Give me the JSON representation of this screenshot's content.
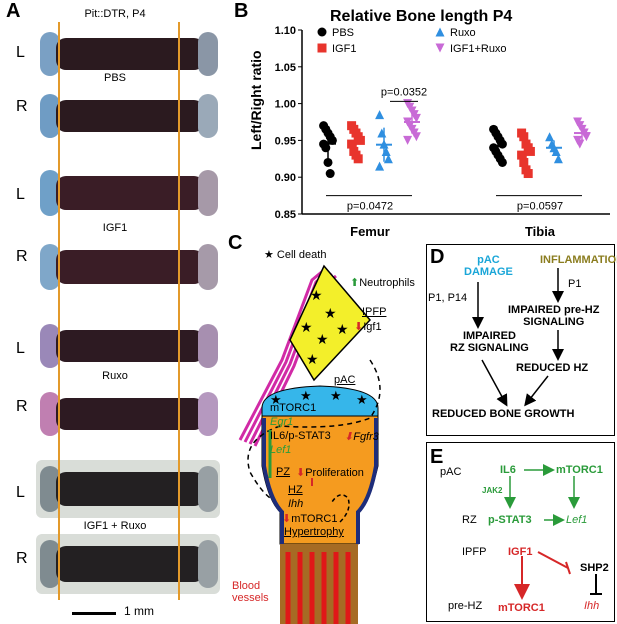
{
  "panel_a": {
    "letter": "A",
    "header": "Pit::DTR, P4",
    "groups": [
      "PBS",
      "IGF1",
      "Ruxo",
      "IGF1 + Ruxo"
    ],
    "side_left": "L",
    "side_right": "R",
    "scale_bar": "1 mm"
  },
  "panel_b": {
    "letter": "B",
    "title": "Relative Bone length P4",
    "ylabel": "Left/Right ratio",
    "pvals": {
      "femur_rux_vs_combo": "p=0.0352",
      "femur_pbs_vs_combo": "p=0.0472",
      "tibia_pbs_vs_combo": "p=0.0597"
    }
  },
  "chart_data": {
    "type": "scatter",
    "title": "Relative Bone length P4",
    "ylabel": "Left/Right ratio",
    "categories": [
      "Femur",
      "Tibia"
    ],
    "ylim": [
      0.85,
      1.1
    ],
    "yticks": [
      "0.85",
      "0.90",
      "0.95",
      "1.00",
      "1.05",
      "1.10"
    ],
    "legend_position": "top",
    "series": [
      {
        "name": "PBS",
        "color": "#000000",
        "marker": "circle",
        "femur": [
          0.97,
          0.965,
          0.96,
          0.955,
          0.95,
          0.945,
          0.94,
          0.92,
          0.905
        ],
        "tibia": [
          0.965,
          0.96,
          0.955,
          0.95,
          0.945,
          0.94,
          0.935,
          0.93,
          0.925,
          0.92
        ]
      },
      {
        "name": "IGF1",
        "color": "#e8342c",
        "marker": "square",
        "femur": [
          0.97,
          0.965,
          0.96,
          0.955,
          0.95,
          0.945,
          0.935,
          0.93,
          0.925
        ],
        "tibia": [
          0.96,
          0.955,
          0.945,
          0.94,
          0.935,
          0.93,
          0.92,
          0.91,
          0.905
        ]
      },
      {
        "name": "Ruxo",
        "color": "#2f8fe0",
        "marker": "triangle-up",
        "femur": [
          0.985,
          0.96,
          0.945,
          0.935,
          0.925,
          0.915
        ],
        "tibia": [
          0.955,
          0.945,
          0.94,
          0.935,
          0.925
        ]
      },
      {
        "name": "IGF1+Ruxo",
        "color": "#c86ad6",
        "marker": "triangle-down",
        "femur": [
          1.0,
          0.995,
          0.99,
          0.985,
          0.98,
          0.975,
          0.97,
          0.965,
          0.96,
          0.955,
          0.95
        ],
        "tibia": [
          0.975,
          0.97,
          0.965,
          0.96,
          0.955,
          0.95,
          0.945
        ]
      }
    ]
  },
  "panel_c": {
    "letter": "C",
    "cell_death": "Cell death",
    "neutrophils": "Neutrophils",
    "ipfp": "IPFP",
    "igf1": "Igf1",
    "pac": "pAC",
    "mtorc1": "mTORC1",
    "egr1": "Egr1",
    "il6": "IL6/p-STAT3",
    "fgfr3": "Fgfr3",
    "lef1": "Lef1",
    "pz": "PZ",
    "proliferation": "Proliferation",
    "hz": "HZ",
    "ihh": "Ihh",
    "mtorc1_b": "mTORC1",
    "hypertrophy": "Hypertrophy",
    "blood_vessels": "Blood vessels"
  },
  "panel_d": {
    "letter": "D",
    "pac": "pAC",
    "damage": "DAMAGE",
    "inflammation": "INFLAMMATION",
    "p1_p14": "P1, P14",
    "p1": "P1",
    "impaired_rz": [
      "IMPAIRED",
      "RZ SIGNALING"
    ],
    "impaired_prehz": [
      "IMPAIRED pre-HZ",
      "SIGNALING"
    ],
    "reduced_hz": "REDUCED HZ",
    "reduced_growth": "REDUCED BONE GROWTH"
  },
  "panel_e": {
    "letter": "E",
    "pac": "pAC",
    "il6": "IL6",
    "mtorc1": "mTORC1",
    "jak2": "JAK2",
    "rz": "RZ",
    "pstat3": "p-STAT3",
    "lef1": "Lef1",
    "ipfp": "IPFP",
    "igf1": "IGF1",
    "shp2": "SHP2",
    "prehz": "pre-HZ",
    "mtorc1_b": "mTORC1",
    "ihh": "Ihh"
  }
}
